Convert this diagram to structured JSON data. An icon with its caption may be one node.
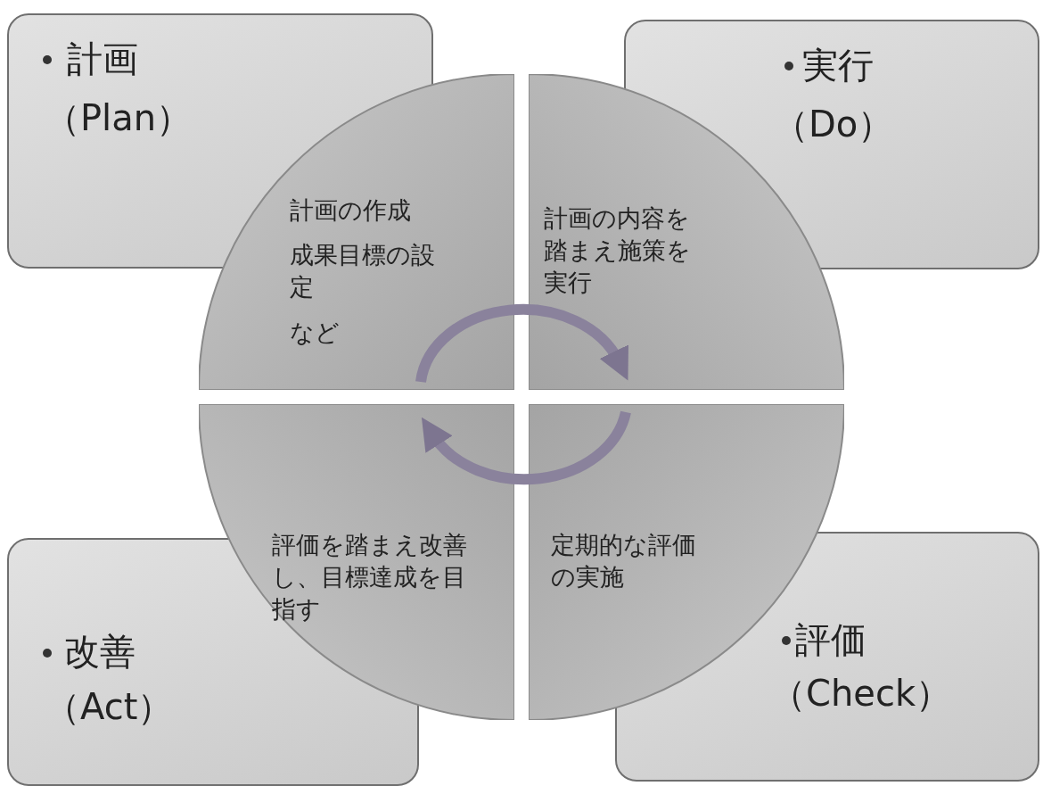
{
  "diagram": {
    "nodes": [
      {
        "text": [
          "計画",
          "（Plan）"
        ]
      },
      {
        "text": [
          "実行",
          "（Do）"
        ]
      },
      {
        "text": [
          "計画の作成",
          "成果目標の設定",
          "など"
        ]
      },
      {
        "text": [
          "計画の内容を踏まえ施策を実行"
        ]
      },
      {
        "text": [
          "評価を踏まえ改善し、目標達成を目指す"
        ]
      },
      {
        "text": [
          "定期的な評価の実施"
        ]
      },
      {
        "text": [
          "改善",
          "（Act）"
        ]
      },
      {
        "text": [
          "評価",
          "（Check）"
        ]
      }
    ],
    "edges": [
      {
        "from": 2,
        "to": 3,
        "arrow": "to"
      },
      {
        "from": 5,
        "to": 4,
        "arrow": "to"
      }
    ]
  }
}
